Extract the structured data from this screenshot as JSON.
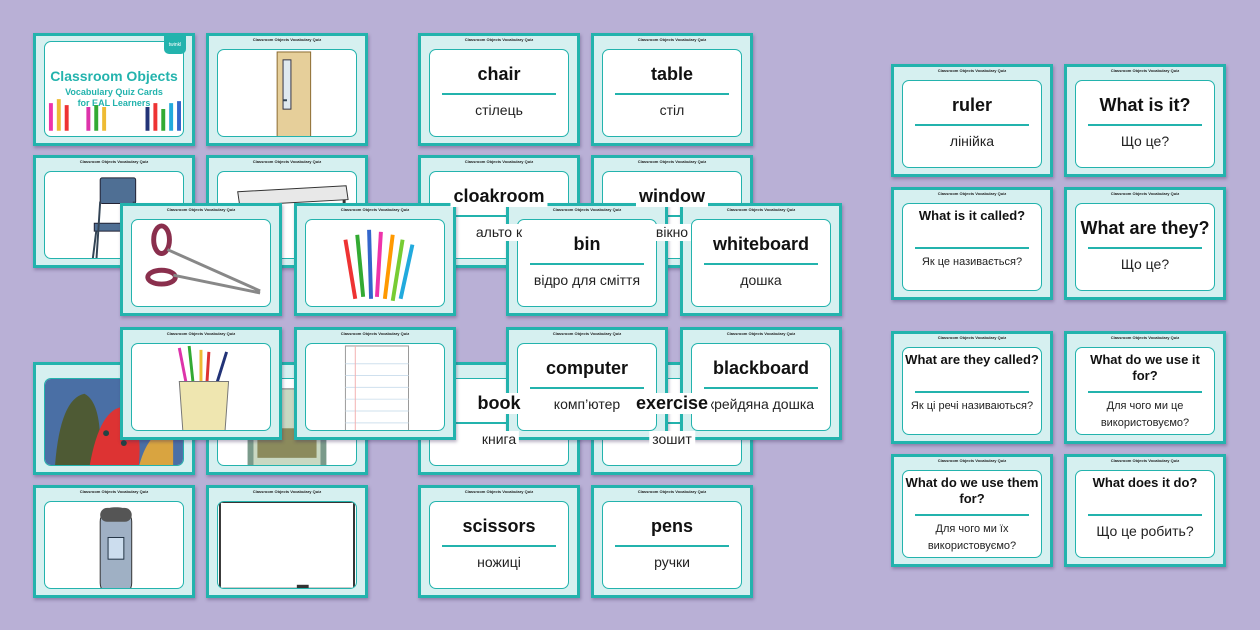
{
  "card_header": "Classroom Objects Vocabulary Quiz",
  "cover": {
    "title": "Classroom Objects",
    "subtitle_line1": "Vocabulary Quiz Cards",
    "subtitle_line2": "for EAL Learners",
    "logo": "twinkl"
  },
  "colors": {
    "background": "#b9b0d6",
    "teal": "#23b3ad",
    "card_fill": "#d6f0f0"
  },
  "picture_cards": [
    "door-picture",
    "chair-picture",
    "table-picture",
    "coats-picture",
    "window-picture",
    "bin-picture",
    "whiteboard-picture",
    "scissors-picture",
    "pens-picture",
    "pencil-pot-picture",
    "paper-picture"
  ],
  "word_cards": [
    {
      "word": "chair",
      "translation": "стілець"
    },
    {
      "word": "table",
      "translation": "стіл"
    },
    {
      "word": "cloakroom",
      "translation": "альто к"
    },
    {
      "word": "window",
      "translation": "вікно"
    },
    {
      "word": "book",
      "translation": "книга"
    },
    {
      "word": "exercise",
      "translation": "зошит"
    },
    {
      "word": "scissors",
      "translation": "ножиці"
    },
    {
      "word": "pens",
      "translation": "ручки"
    },
    {
      "word": "bin",
      "translation": "відро для сміття"
    },
    {
      "word": "whiteboard",
      "translation": "дошка"
    },
    {
      "word": "computer",
      "translation": "комп’ютер"
    },
    {
      "word": "blackboard",
      "translation": "крейдяна дошка"
    }
  ],
  "question_cards": [
    {
      "question": "ruler",
      "translation": "лінійка"
    },
    {
      "question": "What is it?",
      "translation": "Що це?"
    },
    {
      "question": "What is it called?",
      "translation": "Як це називається?"
    },
    {
      "question": "What are they?",
      "translation": "Що це?"
    },
    {
      "question": "What are they called?",
      "translation": "Як ці речі називаються?"
    },
    {
      "question": "What do we use it for?",
      "translation": "Для чого ми це використовуємо?"
    },
    {
      "question": "What do we use them for?",
      "translation": "Для чого ми їх використовуємо?"
    },
    {
      "question": "What does it do?",
      "translation": "Що це робить?"
    }
  ]
}
